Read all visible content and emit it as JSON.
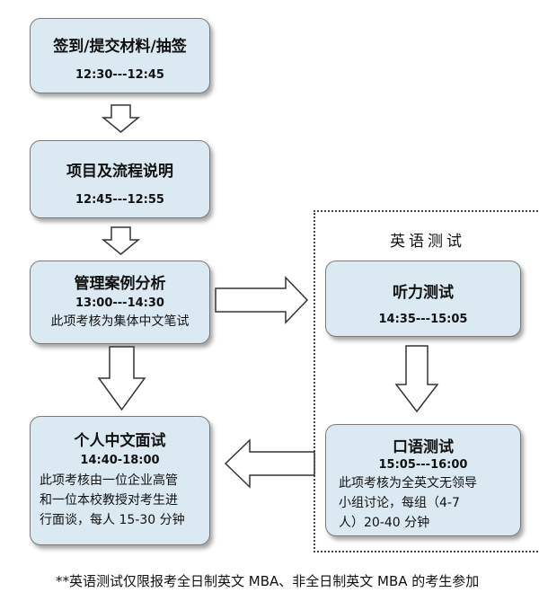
{
  "steps": {
    "checkin": {
      "title": "签到/提交材料/抽签",
      "time": "12:30---12:45"
    },
    "intro": {
      "title": "项目及流程说明",
      "time": "12:45---12:55"
    },
    "case": {
      "title": "管理案例分析",
      "time": "13:00---14:30",
      "note": "此项考核为集体中文笔试"
    },
    "interview": {
      "title": "个人中文面试",
      "time": "14:40-18:00",
      "note_lines": [
        "此项考核由一位企业高管",
        "和一位本校教授对考生进",
        "行面谈，每人 15-30 分钟"
      ]
    }
  },
  "english_test": {
    "group_title": "英语测试",
    "listening": {
      "title": "听力测试",
      "time": "14:35---15:05"
    },
    "oral": {
      "title": "口语测试",
      "time": "15:05---16:00",
      "note_lines": [
        "此项考核为全英文无领导",
        "小组讨论，每组（4-7",
        "人）20-40 分钟"
      ]
    }
  },
  "footnote": "**英语测试仅限报考全日制英文 MBA、非全日制英文 MBA 的考生参加",
  "colors": {
    "box_fill": "#dbe9f2",
    "box_border": "#7a7a7a",
    "arrow_stroke": "#333333"
  }
}
